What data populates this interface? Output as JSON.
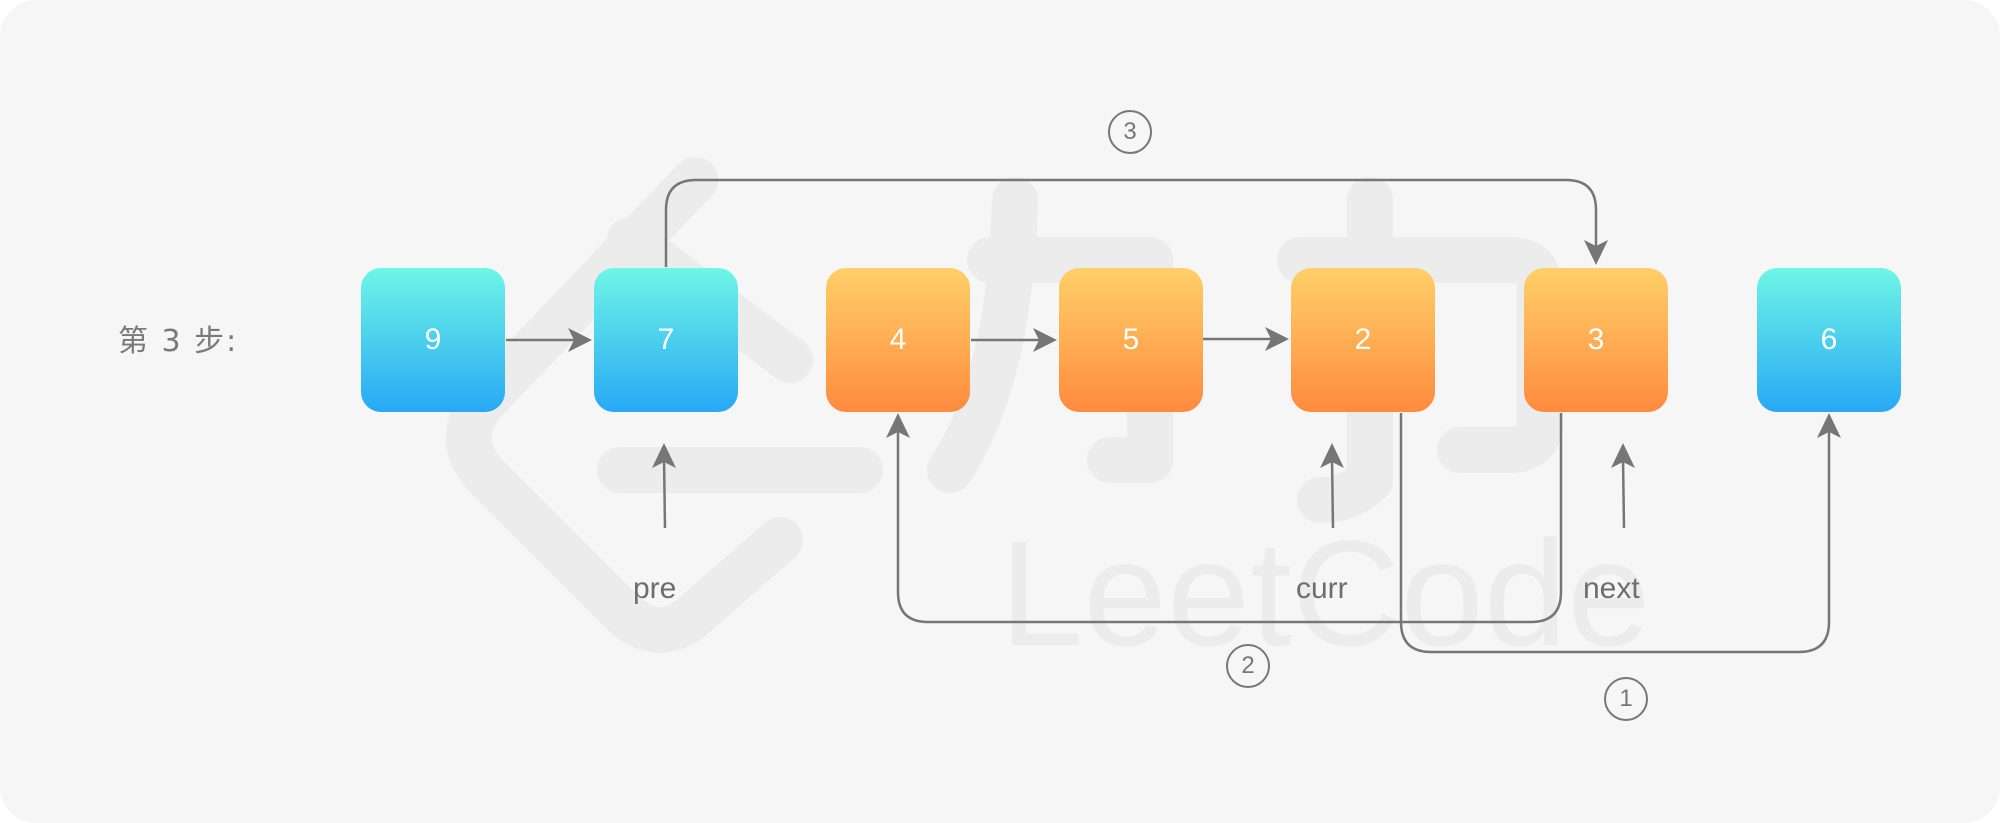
{
  "step_label": "第 3 步:",
  "nodes": [
    {
      "value": "9",
      "style": "blue"
    },
    {
      "value": "7",
      "style": "blue"
    },
    {
      "value": "4",
      "style": "orange"
    },
    {
      "value": "5",
      "style": "orange"
    },
    {
      "value": "2",
      "style": "orange"
    },
    {
      "value": "3",
      "style": "orange"
    },
    {
      "value": "6",
      "style": "blue"
    }
  ],
  "pointers": {
    "pre": "pre",
    "curr": "curr",
    "next": "next"
  },
  "step_markers": {
    "one": "1",
    "two": "2",
    "three": "3"
  },
  "colors": {
    "line": "#767676",
    "blue_top": "#6ef6e6",
    "blue_bottom": "#28a8f5",
    "orange_top": "#ffd06a",
    "orange_bottom": "#ff8b3e"
  }
}
